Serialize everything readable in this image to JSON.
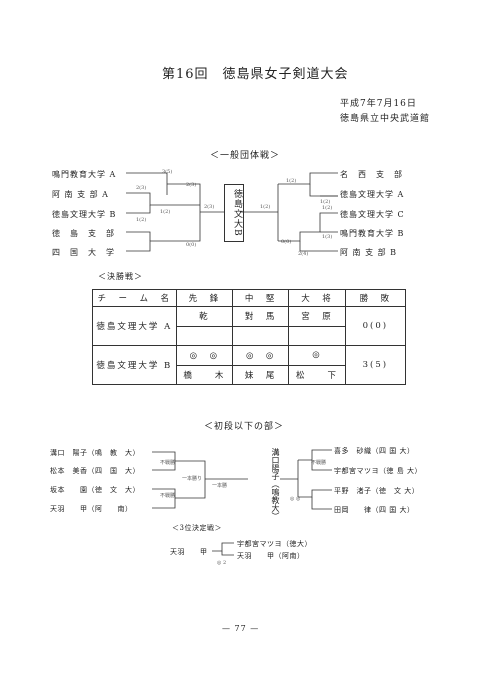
{
  "doc": {
    "title": "第16回　徳島県女子剣道大会",
    "date": "平成7年7月16日",
    "venue": "徳島県立中央武道館",
    "page_number": "— 77 —"
  },
  "team": {
    "heading": "＜一般団体戦＞",
    "left_teams": [
      "鳴門教育大学 A",
      "阿 南 支 部 A",
      "徳島文理大学 B",
      "徳　島　支　部",
      "四　国　大　学"
    ],
    "right_teams": [
      "名　西　支　部",
      "徳島文理大学 A",
      "徳島文理大学 C",
      "鳴門教育大学 B",
      "阿 南 支 部 B"
    ],
    "champion": "徳島文大B",
    "scores_left": [
      "3(5)",
      "2(3)",
      "2(3)",
      "1(2)",
      "1(2)",
      "2(3)",
      "0(0)"
    ],
    "scores_right": [
      "1(2)",
      "1(2)",
      "1(2)",
      "1(2)",
      "1(3)",
      "0(0)",
      "2(4)"
    ]
  },
  "final": {
    "heading": "＜決勝戦＞",
    "headers": [
      "チ　ー　ム　名",
      "先　鋒",
      "中　堅",
      "大　将",
      "勝　敗"
    ],
    "row_a": {
      "team": "徳島文理大学 A",
      "senpo": "乾",
      "chuken": "對　馬",
      "taisho": "宮　原",
      "result": "0(0)"
    },
    "row_b": {
      "team": "徳島文理大学 B",
      "senpo_marks": "◎　◎",
      "chuken_marks": "◎　◎",
      "taisho_marks": "◎",
      "senpo": "橋　　木",
      "chuken": "妹　尾",
      "taisho": "松　　下",
      "result": "3(5)"
    }
  },
  "individual": {
    "heading": "＜初段以下の部＞",
    "left": [
      "溝口　陽子（鳴　教　大）",
      "松本　美香（四　国　大）",
      "坂本　　園（徳　文　大）",
      "天羽　　甲（阿　　南）"
    ],
    "right": [
      "喜多　砂織（四 国 大）",
      "宇都宮マツヨ（徳 島 大）",
      "平野　渚子（徳　文 大）",
      "田岡　　律（四 国 大）"
    ],
    "champion": "溝口陽子（鳴教大）",
    "marks_left": [
      "不戦勝",
      "一本勝り",
      "不戦勝",
      "一本勝"
    ],
    "marks_right": [
      "不戦勝",
      "◎ ◎"
    ],
    "third_heading": "＜3位決定戦＞",
    "third_left": "天羽　　甲",
    "third_right_1": "宇都宮マツヨ（徳大）",
    "third_right_2": "天羽　　甲（阿南）",
    "third_mark": "◎ 2"
  }
}
